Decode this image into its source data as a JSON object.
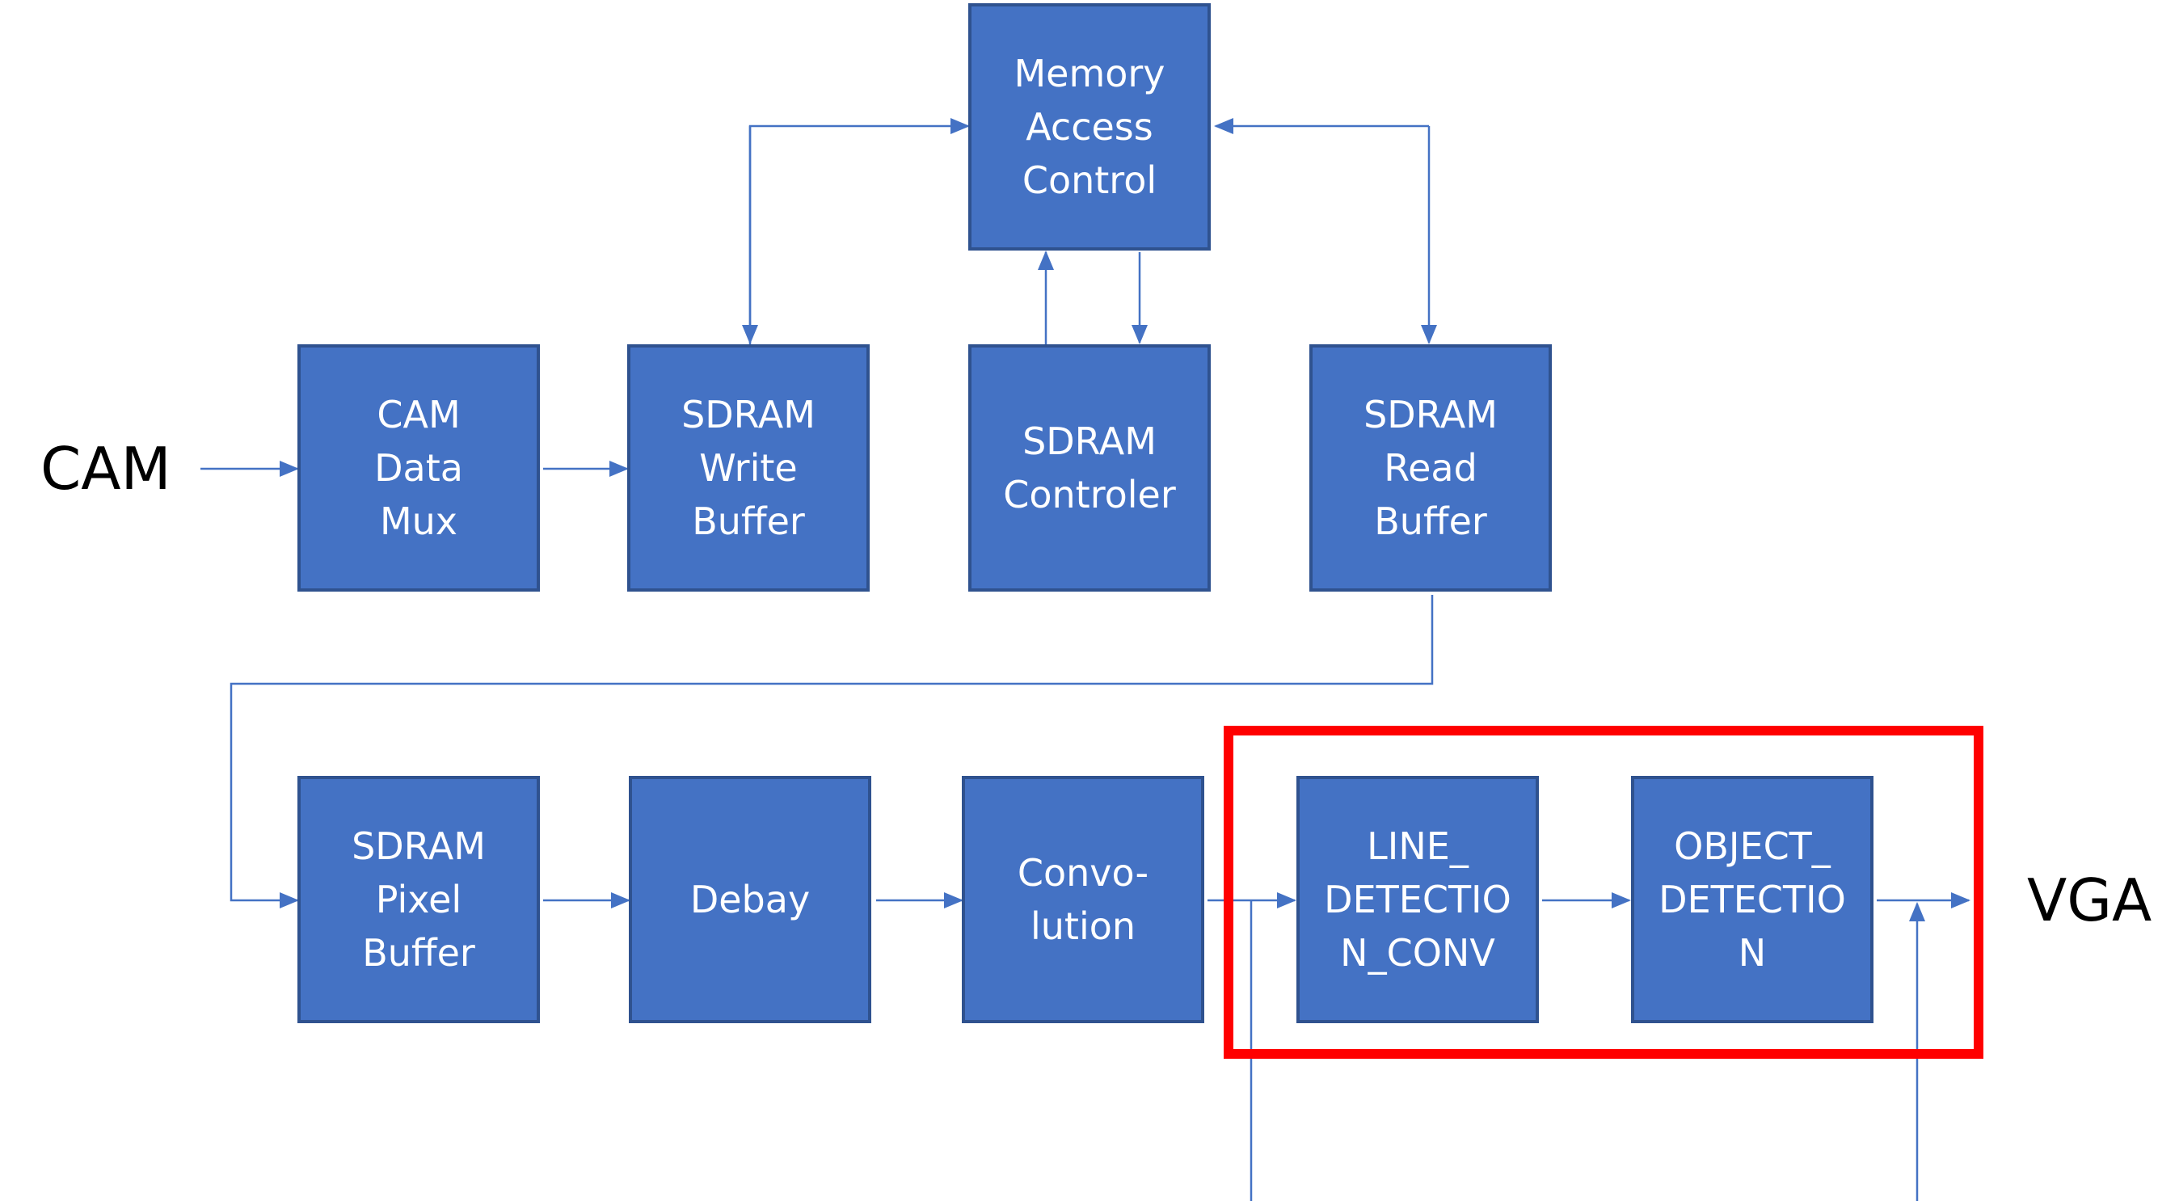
{
  "external": {
    "input": "CAM",
    "output": "VGA"
  },
  "blocks": {
    "memory_access_control": "Memory\nAccess\nControl",
    "cam_data_mux": "CAM\nData\nMux",
    "sdram_write_buffer": "SDRAM\nWrite\nBuffer",
    "sdram_controler": "SDRAM\nControler",
    "sdram_read_buffer": "SDRAM\nRead\nBuffer",
    "sdram_pixel_buffer": "SDRAM\nPixel\nBuffer",
    "debay": "Debay",
    "convolution": "Convo-\nlution",
    "line_detection_conv": "LINE_\nDETECTIO\nN_CONV",
    "object_detection": "OBJECT_\nDETECTIO\nN"
  },
  "colors": {
    "block_fill": "#4472C4",
    "block_border": "#2F528F",
    "connector": "#4472C4",
    "highlight": "#FF0000",
    "text": "#FFFFFF"
  }
}
